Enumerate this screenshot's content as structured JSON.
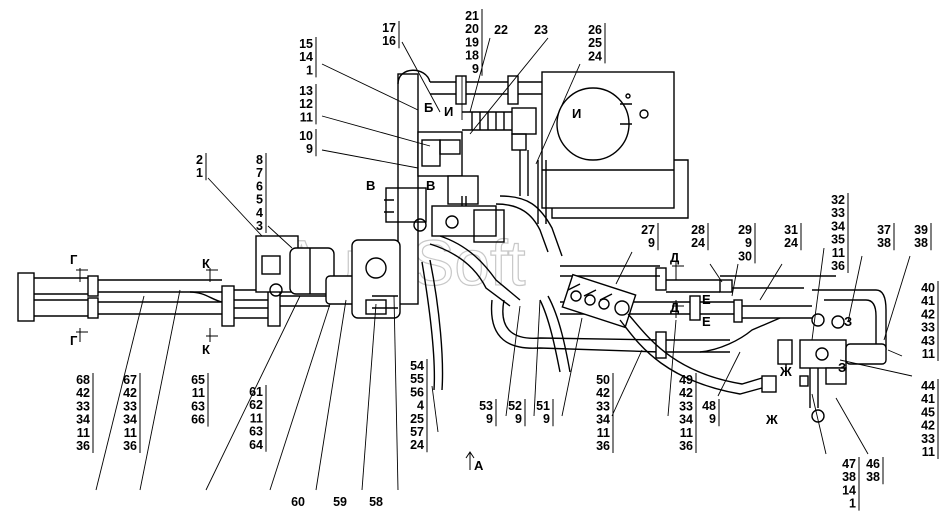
{
  "watermark": "AutoSoft",
  "views": {
    "top_g": "Г",
    "bot_g": "Г",
    "top_k": "К",
    "bot_k": "К",
    "b": "Б",
    "i1": "И",
    "i2": "И",
    "v1": "В",
    "v2": "В",
    "d1": "Д",
    "d2": "Д",
    "e1": "Е",
    "e2": "Е",
    "z1": "З",
    "z2": "З",
    "zh1": "Ж",
    "zh2": "Ж",
    "a": "А"
  },
  "callouts": {
    "c_2_1": [
      "2",
      "1"
    ],
    "c_8_3": [
      "8",
      "7",
      "6",
      "5",
      "4",
      "3"
    ],
    "c_15_1": [
      "15",
      "14",
      "1"
    ],
    "c_13_11": [
      "13",
      "12",
      "11"
    ],
    "c_10_9": [
      "10",
      "9"
    ],
    "c_17_16": [
      "17",
      "16"
    ],
    "c_21_9": [
      "21",
      "20",
      "19",
      "18",
      "9"
    ],
    "c_22": [
      "22"
    ],
    "c_23": [
      "23"
    ],
    "c_26_24": [
      "26",
      "25",
      "24"
    ],
    "c_27_9": [
      "27",
      "9"
    ],
    "c_28_24": [
      "28",
      "24"
    ],
    "c_29_30": [
      "29",
      "9",
      "30"
    ],
    "c_31_24": [
      "31",
      "24"
    ],
    "c_32_36": [
      "32",
      "33",
      "34",
      "35",
      "11",
      "36"
    ],
    "c_37_38": [
      "37",
      "38"
    ],
    "c_39_38": [
      "39",
      "38"
    ],
    "c_40_11": [
      "40",
      "41",
      "42",
      "33",
      "43",
      "11"
    ],
    "c_44_11": [
      "44",
      "41",
      "45",
      "42",
      "33",
      "11"
    ],
    "c_46_38": [
      "46",
      "38"
    ],
    "c_47_1": [
      "47",
      "38",
      "14",
      "1"
    ],
    "c_48_9": [
      "48",
      "9"
    ],
    "c_49_36": [
      "49",
      "42",
      "33",
      "34",
      "11",
      "36"
    ],
    "c_50_36": [
      "50",
      "42",
      "33",
      "34",
      "11",
      "36"
    ],
    "c_51_9": [
      "51",
      "9"
    ],
    "c_52_9": [
      "52",
      "9"
    ],
    "c_53_9": [
      "53",
      "9"
    ],
    "c_54_24": [
      "54",
      "55",
      "56",
      "4",
      "25",
      "57",
      "24"
    ],
    "c_58": [
      "58"
    ],
    "c_59": [
      "59"
    ],
    "c_60": [
      "60"
    ],
    "c_61_64": [
      "61",
      "62",
      "11",
      "63",
      "64"
    ],
    "c_65_66": [
      "65",
      "11",
      "63",
      "66"
    ],
    "c_67_36": [
      "67",
      "42",
      "33",
      "34",
      "11",
      "36"
    ],
    "c_68_36": [
      "68",
      "42",
      "33",
      "34",
      "11",
      "36"
    ]
  }
}
